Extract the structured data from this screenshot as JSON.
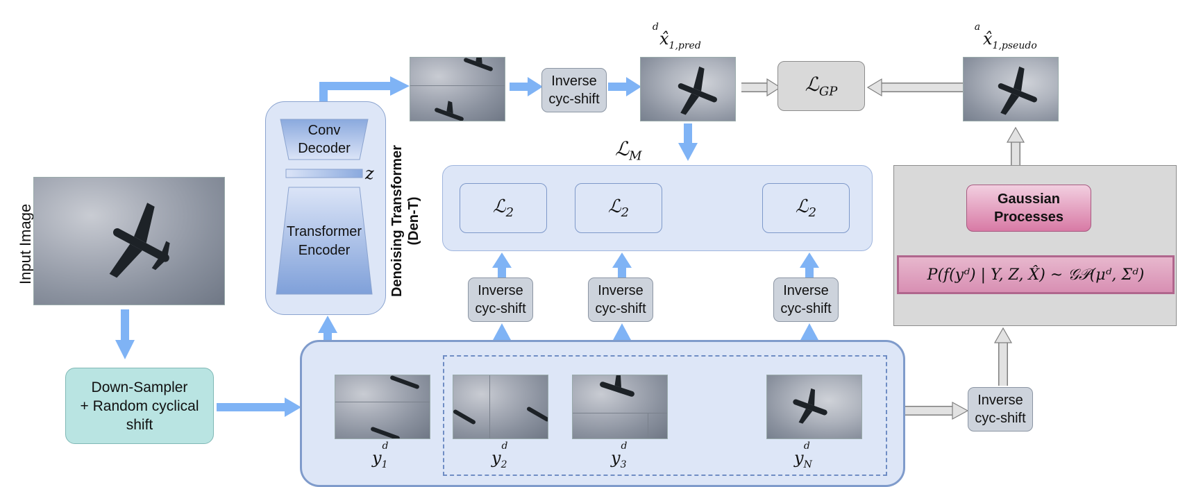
{
  "input_image": {
    "label": "Input Image"
  },
  "down_sampler": {
    "line1": "Down-Sampler",
    "line2": "+ Random cyclical",
    "line3": "shift"
  },
  "den_t": {
    "title_line1": "Denoising Transformer",
    "title_line2": "(Den-T)",
    "conv_decoder_line1": "Conv",
    "conv_decoder_line2": "Decoder",
    "latent": "z",
    "encoder_line1": "Transformer",
    "encoder_line2": "Encoder"
  },
  "inverse_shift": {
    "line1": "Inverse",
    "line2": "cyc-shift"
  },
  "losses": {
    "gp": "GP",
    "m": "M",
    "l2": "2"
  },
  "preds": {
    "pred_sub": "1,pred",
    "pred_sup": "d",
    "pseudo_sub": "1,pseudo",
    "pseudo_sup": "a"
  },
  "gp": {
    "title_line1": "Gaussian",
    "title_line2": "Processes",
    "formula": "P(f(yᵈ) | Y, Z, X̂) ~ 𝒢𝒫(μᵈ, Σᵈ)"
  },
  "samples": [
    {
      "sub": "1",
      "sup": "d"
    },
    {
      "sub": "2",
      "sup": "d"
    },
    {
      "sub": "3",
      "sup": "d"
    },
    {
      "sub": "N",
      "sup": "d"
    }
  ],
  "colors": {
    "blue_arrow": "#7fb3f5",
    "gray_arrow": "#bdbdbd",
    "panel_blue": "#dde6f7",
    "gp_pink": "#d87aa5",
    "teal": "#b9e4e2"
  }
}
